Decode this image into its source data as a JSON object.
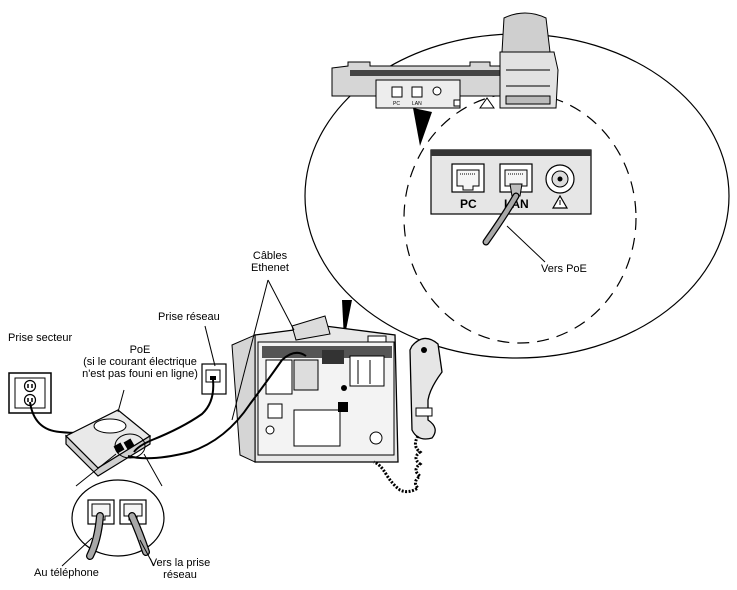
{
  "colors": {
    "stroke": "#000000",
    "device_fill": "#e4e4e4",
    "device_dark": "#555555",
    "port_fill": "#ffffff",
    "cable_gray": "#9a9a9a"
  },
  "labels": {
    "ethernet_cables_line1": "Câbles",
    "ethernet_cables_line2": "Ethenet",
    "network_jack": "Prise réseau",
    "power_outlet": "Prise secteur",
    "poe_line1": "PoE",
    "poe_line2": "(si le courant électrique",
    "poe_line3": "n'est pas founi en ligne)",
    "to_poe": "Vers PoE",
    "to_phone": "Au téléphone",
    "to_network_jack_line1": "Vers la prise",
    "to_network_jack_line2": "réseau",
    "port_pc": "PC",
    "port_lan": "LAN"
  },
  "icons": {
    "warning": "warning-icon",
    "power_jack": "power-jack-icon",
    "handset": "handset-icon"
  }
}
